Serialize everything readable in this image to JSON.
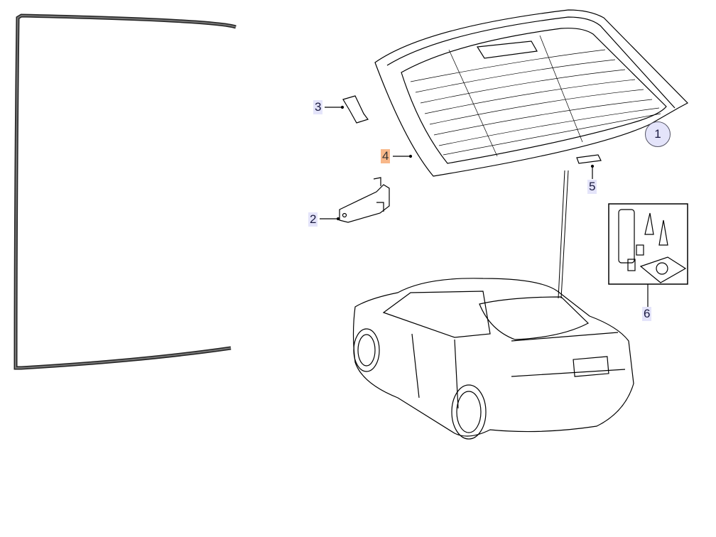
{
  "callouts": [
    {
      "id": "1",
      "label": "1"
    },
    {
      "id": "2",
      "label": "2"
    },
    {
      "id": "3",
      "label": "3"
    },
    {
      "id": "4",
      "label": "4",
      "highlighted": true
    },
    {
      "id": "5",
      "label": "5"
    },
    {
      "id": "6",
      "label": "6"
    }
  ],
  "colors": {
    "highlight": "#f8b88a",
    "callout_bg": "#e4e4fa",
    "line": "#000000"
  }
}
